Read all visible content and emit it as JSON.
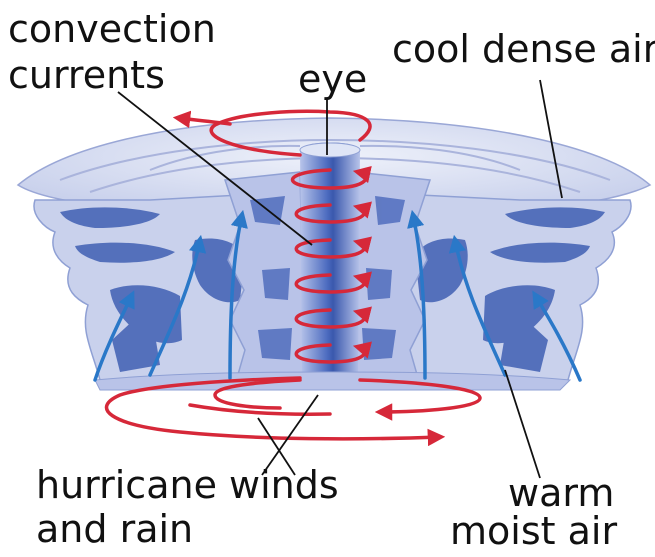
{
  "labels": {
    "convection_line1": "convection",
    "convection_line2": "currents",
    "eye": "eye",
    "cool_dense_air": "cool dense air",
    "hurricane_line1": "hurricane winds",
    "hurricane_line2": "and rain",
    "warm_line1": "warm",
    "warm_line2": "moist air"
  },
  "colors": {
    "cloud_light": "#d6dcf0",
    "cloud_mid": "#aab6e0",
    "cloud_dark": "#3f5fb3",
    "eye_wall": "#5d7cc8",
    "wind_arrow": "#d62839",
    "updraft_arrow": "#2a78c8",
    "leader_line": "#111111"
  }
}
